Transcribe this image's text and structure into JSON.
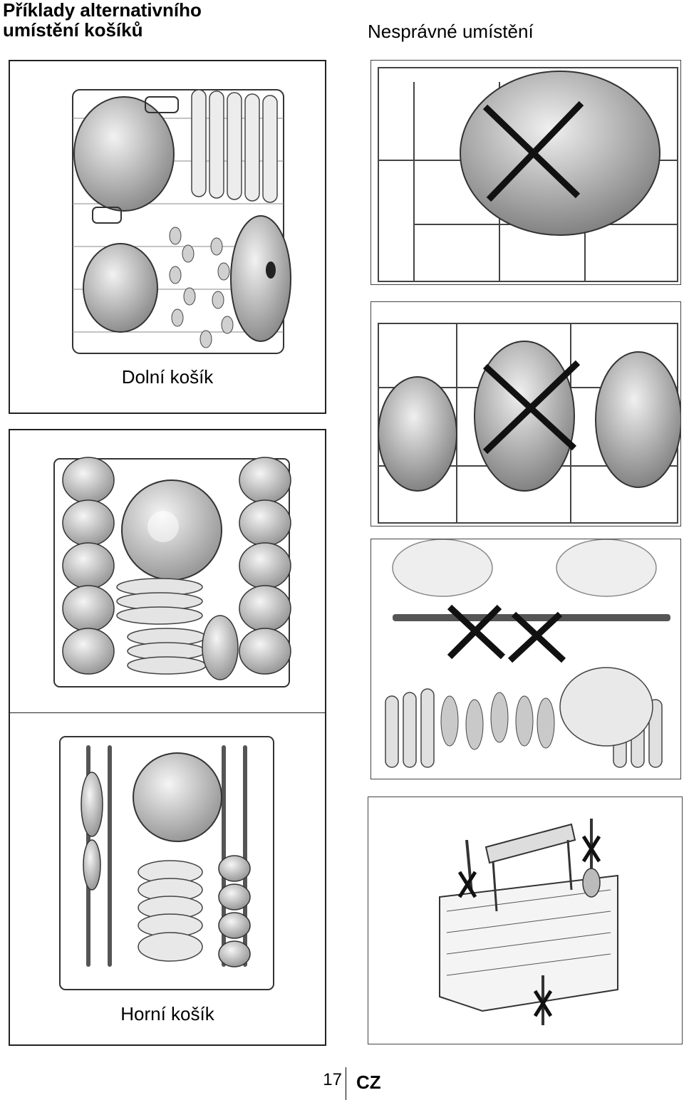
{
  "page": {
    "title_left": "Příklady alternativního umístění košíků",
    "title_left_line1": "Příklady alternativního",
    "title_left_line2": "umístění košíků",
    "title_right": "Nesprávné umístění",
    "lower_basket_caption": "Dolní košík",
    "upper_basket_caption": "Horní košík",
    "page_number": "17",
    "language_code": "CZ"
  },
  "icons": {
    "wrong_mark": "x-cross-icon"
  },
  "colors": {
    "line": "#222222",
    "fill_light": "#e6e6e6",
    "fill_mid": "#c8c8c8",
    "fill_dark": "#9a9a9a"
  }
}
